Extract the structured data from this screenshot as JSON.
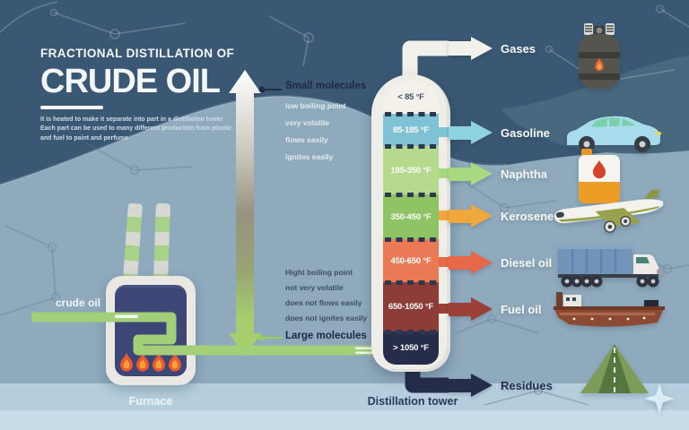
{
  "header": {
    "kicker": "FRACTIONAL DISTILLATION OF",
    "title": "CRUDE OIL",
    "subtitle_lines": [
      "It is heated to make it separate into part in a distillation tower",
      "Each part can be used to many different production from plastic",
      "and fuel to paint and perfume"
    ]
  },
  "molecules": {
    "small": {
      "label": "Small molecules",
      "properties": [
        "low boiling point",
        "very volatile",
        "flows easily",
        "ignites easily"
      ]
    },
    "large": {
      "label": "Large molecules",
      "properties": [
        "Hight boiling point",
        "not very volatile",
        "does not flows easily",
        "does not ignites easily"
      ]
    }
  },
  "furnace": {
    "label": "Furnace",
    "input_label": "crude oil"
  },
  "tower": {
    "label": "Distillation tower",
    "sections": [
      {
        "temp": "< 85 °F",
        "color": "#f3f1ea"
      },
      {
        "temp": "85-185 °F",
        "color": "#7fc2d6"
      },
      {
        "temp": "185-350 °F",
        "color": "#b5da8e"
      },
      {
        "temp": "350-450 °F",
        "color": "#8fc465"
      },
      {
        "temp": "450-650 °F",
        "color": "#e97a55"
      },
      {
        "temp": "650-1050 °F",
        "color": "#8e3c38"
      },
      {
        "temp": "> 1050 °F",
        "color": "#262d4b"
      }
    ]
  },
  "products": [
    {
      "name": "Gases",
      "arrow_color": "#f2f0eb",
      "icon": "gas-cylinder-icon"
    },
    {
      "name": "Gasoline",
      "arrow_color": "#8fd2e2",
      "icon": "car-icon"
    },
    {
      "name": "Naphtha",
      "arrow_color": "#a8d87f",
      "icon": "oil-can-icon"
    },
    {
      "name": "Kerosene",
      "arrow_color": "#f0a73c",
      "icon": "airplane-icon"
    },
    {
      "name": "Diesel oil",
      "arrow_color": "#e8694a",
      "icon": "truck-icon"
    },
    {
      "name": "Fuel oil",
      "arrow_color": "#9c3f38",
      "icon": "ship-icon"
    },
    {
      "name": "Residues",
      "arrow_color": "#262d4b",
      "icon": "road-icon"
    }
  ],
  "background": {
    "dark_wave": "#3a5873",
    "mid_wave": "#47687e",
    "base": "#8fa9bd",
    "bottom_strip": "#b4cedd"
  }
}
